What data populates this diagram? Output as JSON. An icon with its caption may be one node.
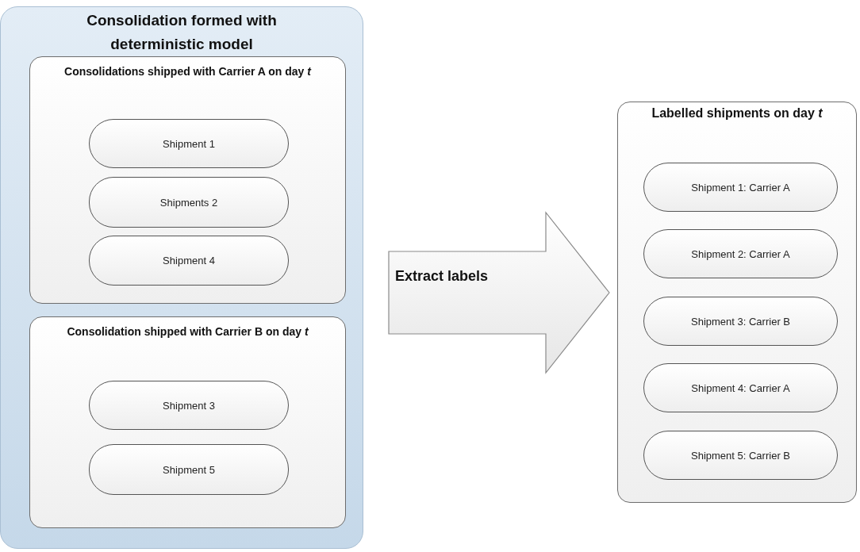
{
  "diagram": {
    "nodes": [
      {
        "text": [
          "Consolidation formed with deterministic model"
        ]
      },
      {
        "text": [
          "Consolidations shipped with Carrier A on day *t*"
        ],
        "in": 0
      },
      {
        "text": [
          "Shipment 1"
        ],
        "in": 1
      },
      {
        "text": [
          "Shipments 2"
        ],
        "in": 1
      },
      {
        "text": [
          "Shipment 4"
        ],
        "in": 1
      },
      {
        "text": [
          "Consolidation shipped with Carrier B on day *t*"
        ],
        "in": 0
      },
      {
        "text": [
          "Shipment 3"
        ],
        "in": 5
      },
      {
        "text": [
          "Shipment 5"
        ],
        "in": 5
      },
      {
        "text": [
          "Labelled shipments on day *t*"
        ]
      },
      {
        "text": [
          "Shipment 1:  Carrier A"
        ],
        "in": 8
      },
      {
        "text": [
          "Shipment 2: Carrier A"
        ],
        "in": 8
      },
      {
        "text": [
          "Shipment 3:  Carrier B"
        ],
        "in": 8
      },
      {
        "text": [
          "Shipment 4:  Carrier A"
        ],
        "in": 8
      },
      {
        "text": [
          "Shipment 5:  Carrier B"
        ],
        "in": 8
      }
    ],
    "edges": [
      {
        "from": 0,
        "to": 8,
        "arrow": "to",
        "label": "Extract labels",
        "style": "thick"
      }
    ]
  }
}
